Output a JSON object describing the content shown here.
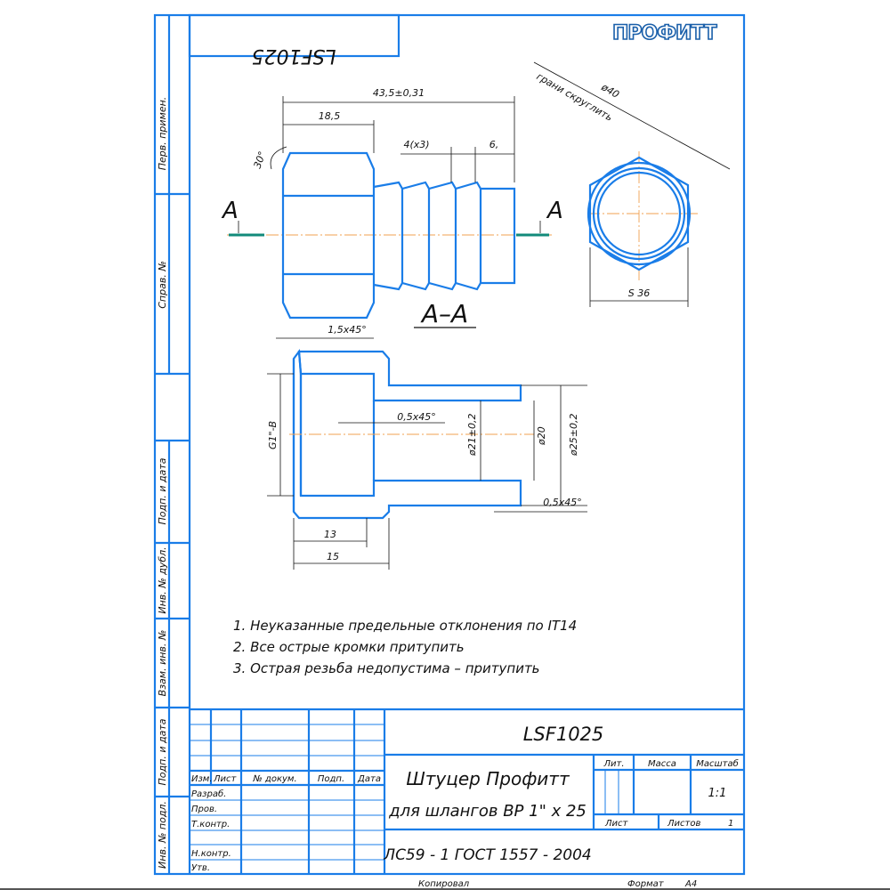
{
  "stamp_code": "LSF1025",
  "logo": "ПРОФИТТ",
  "side_labels": [
    "Перв. примен.",
    "Справ. №",
    "Подп. и дата",
    "Инв. № дубл.",
    "Взам. инв. №",
    "Подп. и дата",
    "Инв. № подл."
  ],
  "dimensions": {
    "total_length": "43,5±0,31",
    "hex_length": "18,5",
    "barb_pitch": "4(x3)",
    "end_length": "6,",
    "chamfer_angle": "30°",
    "across_corners": "ø40",
    "rounded_note": "грани скруглить",
    "across_flats": "S 36",
    "chamfer_top": "1,5x45°",
    "thread": "G1\"-B",
    "inner_chamfer": "0,5x45°",
    "bore": "ø21±0,2",
    "tip_diam": "ø20",
    "barb_diam": "ø25±0,2",
    "end_chamfer": "0,5x45°",
    "thread_len": "13",
    "socket_len": "15"
  },
  "section_marker": "A",
  "section_title": "А–А",
  "notes": [
    "1. Неуказанные предельные отклонения по IT14",
    "2. Все острые кромки притупить",
    "3. Острая резьба недопустима – притупить"
  ],
  "title_block": {
    "designation": "LSF1025",
    "name_line1": "Штуцер Профитт",
    "name_line2": "для шлангов ВР 1\" x 25",
    "material": "ЛС59 - 1 ГОСТ 1557 - 2004",
    "headers": {
      "izm": "Изм.",
      "list": "Лист",
      "doc": "№ докум.",
      "podp": "Подп.",
      "date": "Дата"
    },
    "roles": [
      "Разраб.",
      "Пров.",
      "Т.контр.",
      "",
      "Н.контр.",
      "Утв."
    ],
    "lit": "Лит.",
    "mass": "Масса",
    "scale_label": "Масштаб",
    "scale": "1:1",
    "sheet": "Лист",
    "sheets": "Листов",
    "sheets_count": "1"
  },
  "footer": {
    "copied": "Копировал",
    "format_label": "Формат",
    "format": "A4"
  }
}
